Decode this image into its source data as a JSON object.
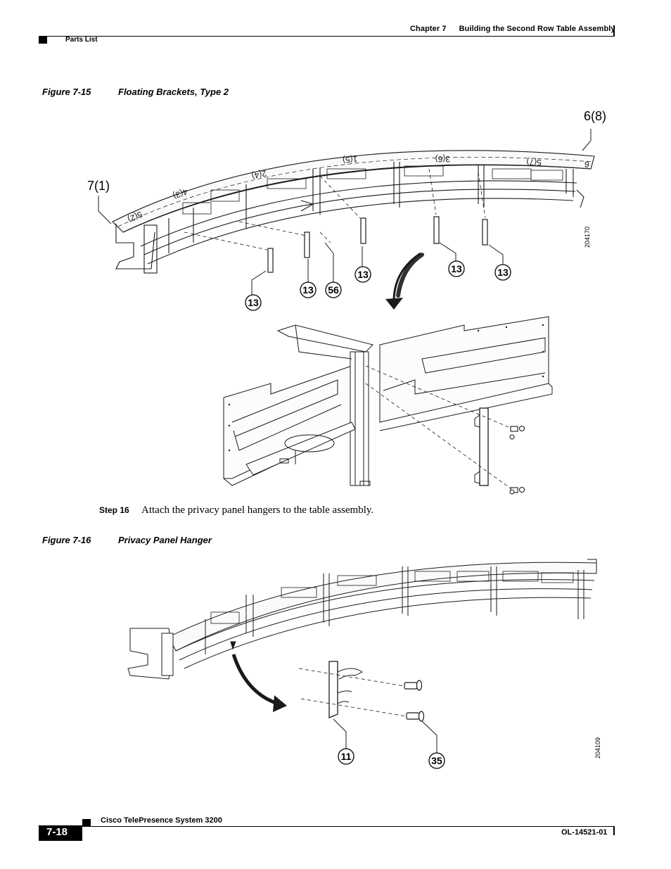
{
  "header": {
    "chapter": "Chapter 7",
    "chapter_title": "Building the Second Row Table Assembly",
    "section": "Parts List"
  },
  "figure_15": {
    "number": "Figure 7-15",
    "title": "Floating Brackets, Type 2",
    "callouts": [
      "6(8)",
      "7(1)",
      "13",
      "13",
      "56",
      "13",
      "13",
      "13"
    ],
    "art_id": "204170",
    "table_labels": [
      "5(2)",
      "4(3)",
      "2(4)",
      "1(5)",
      "3(6)",
      "5(7)",
      "6"
    ]
  },
  "step": {
    "label": "Step 16",
    "text": "Attach the privacy panel hangers to the table assembly."
  },
  "figure_16": {
    "number": "Figure 7-16",
    "title": "Privacy Panel Hanger",
    "callouts": [
      "11",
      "35"
    ],
    "art_id": "204109"
  },
  "footer": {
    "product": "Cisco TelePresence System 3200",
    "page": "7-18",
    "doc_id": "OL-14521-01"
  },
  "colors": {
    "ink": "#000000",
    "paper": "#ffffff",
    "line_art": "#1a1a1a"
  }
}
